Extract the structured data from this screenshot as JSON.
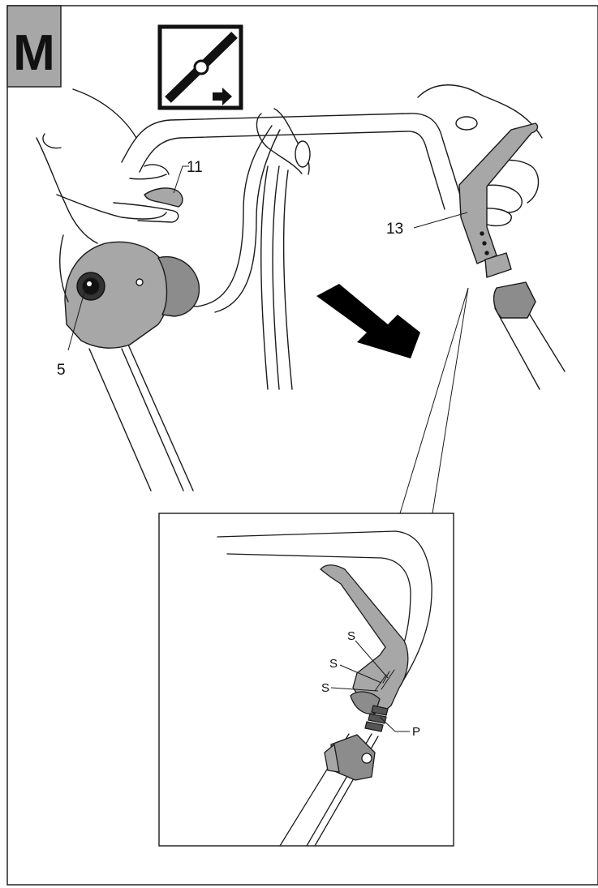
{
  "figure": {
    "letter": "M",
    "callouts": {
      "c11": "11",
      "c13": "13",
      "c5": "5",
      "s1": "S",
      "s2": "S",
      "s3": "S",
      "p": "P"
    },
    "icons": {
      "blade": "blade-direction-icon",
      "arrow": "pull-direction-arrow-icon"
    },
    "colors": {
      "gray": "#a7a7a7",
      "dark_gray": "#8c8c8c",
      "line": "#1a1a1a",
      "black": "#000000"
    }
  }
}
